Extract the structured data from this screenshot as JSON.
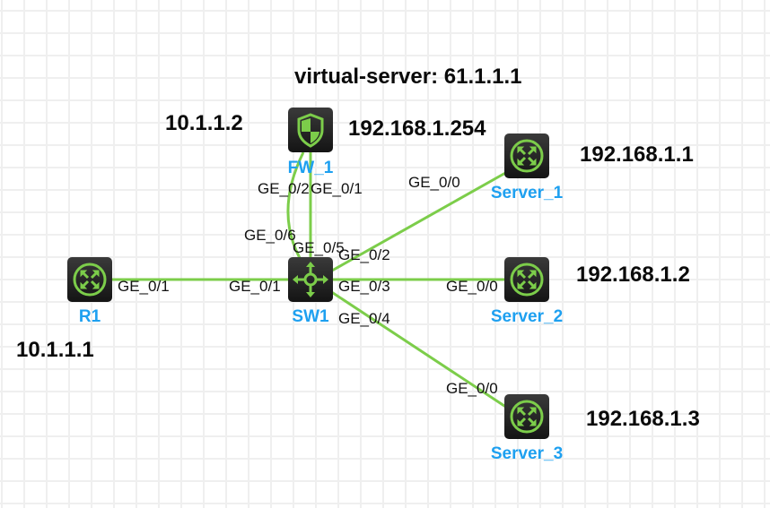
{
  "canvas": {
    "background": "#ffffff",
    "grid_color": "#efefef",
    "link_color": "#7ccd4a"
  },
  "title_annotation": "virtual-server: 61.1.1.1",
  "devices": [
    {
      "id": "FW_1",
      "label": "FW_1",
      "type": "firewall",
      "icon": "firewall-shield-icon"
    },
    {
      "id": "R1",
      "label": "R1",
      "type": "router",
      "icon": "router-icon"
    },
    {
      "id": "SW1",
      "label": "SW1",
      "type": "switch",
      "icon": "switch-icon"
    },
    {
      "id": "Server_1",
      "label": "Server_1",
      "type": "router",
      "icon": "router-icon"
    },
    {
      "id": "Server_2",
      "label": "Server_2",
      "type": "router",
      "icon": "router-icon"
    },
    {
      "id": "Server_3",
      "label": "Server_3",
      "type": "router",
      "icon": "router-icon"
    }
  ],
  "ip_labels": {
    "fw_left": "10.1.1.2",
    "fw_right": "192.168.1.254",
    "r1": "10.1.1.1",
    "server1": "192.168.1.1",
    "server2": "192.168.1.2",
    "server3": "192.168.1.3"
  },
  "links": [
    {
      "from": "FW_1",
      "from_port": "GE_0/2",
      "to": "SW1",
      "to_port": "GE_0/6",
      "curved": true
    },
    {
      "from": "FW_1",
      "from_port": "GE_0/1",
      "to": "SW1",
      "to_port": "GE_0/5",
      "curved": false
    },
    {
      "from": "R1",
      "from_port": "GE_0/1",
      "to": "SW1",
      "to_port": "GE_0/1",
      "curved": false
    },
    {
      "from": "SW1",
      "from_port": "GE_0/2",
      "to": "Server_1",
      "to_port": "GE_0/0",
      "curved": false
    },
    {
      "from": "SW1",
      "from_port": "GE_0/3",
      "to": "Server_2",
      "to_port": "GE_0/0",
      "curved": false
    },
    {
      "from": "SW1",
      "from_port": "GE_0/4",
      "to": "Server_3",
      "to_port": "GE_0/0",
      "curved": false
    }
  ]
}
